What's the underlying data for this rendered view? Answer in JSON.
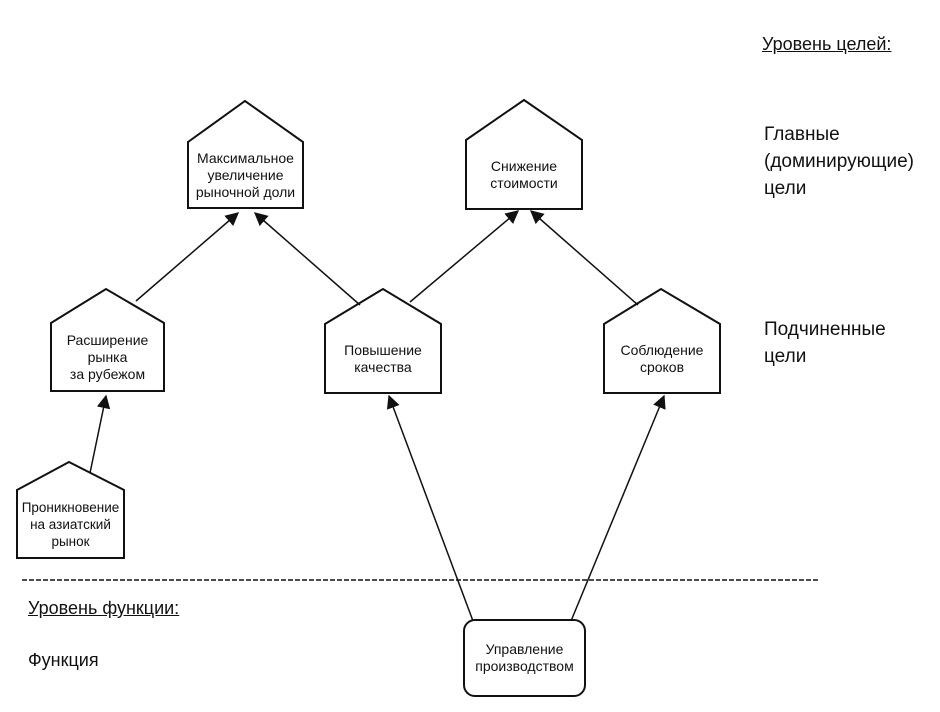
{
  "levels": {
    "goals_title": "Уровень целей:",
    "main_goals": "Главные\n(доминирующие)\nцели",
    "sub_goals": "Подчиненные\nцели",
    "functions_title": "Уровень функции:",
    "function": "Функция"
  },
  "nodes": {
    "max_market_share": "Максимальное\nувеличение\nрыночной доли",
    "cost_reduction": "Снижение\nстоимости",
    "expand_abroad": "Расширение\nрынка\nза рубежом",
    "quality": "Повышение\nкачества",
    "deadlines": "Соблюдение\nсроков",
    "asian_market": "Проникновение\nна азиатский\nрынок",
    "production_mgmt": "Управление\nпроизводством"
  }
}
